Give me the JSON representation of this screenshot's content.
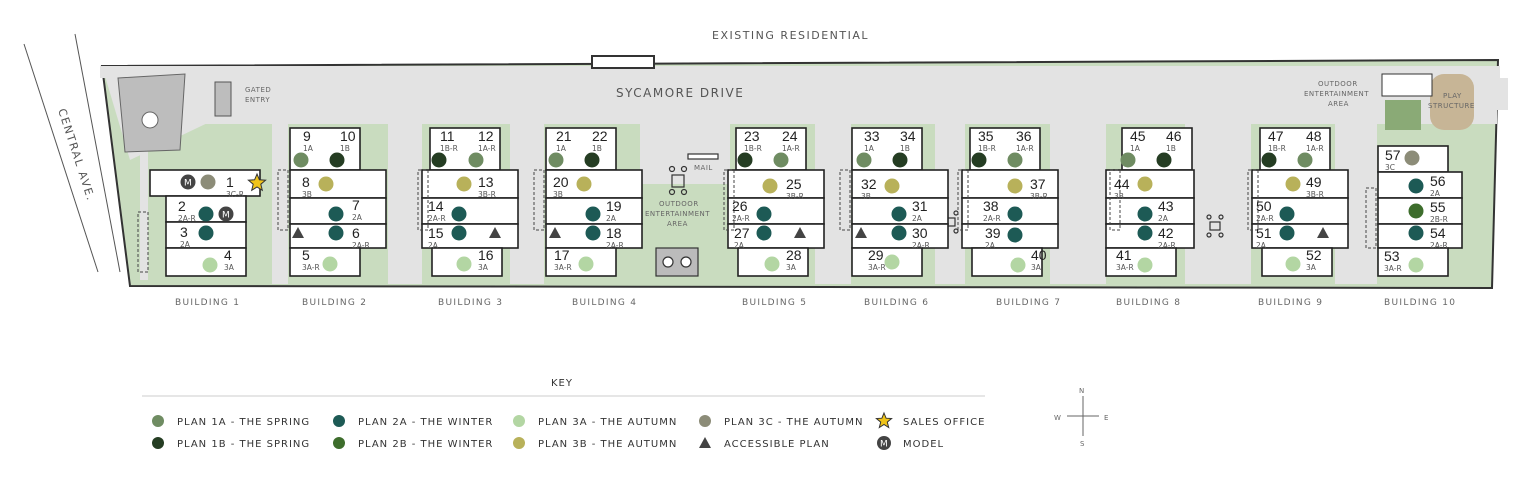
{
  "labels": {
    "existing_residential": "EXISTING RESIDENTIAL",
    "sycamore_drive": "SYCAMORE DRIVE",
    "central_ave": "CENTRAL AVE.",
    "gated_entry_1": "GATED",
    "gated_entry_2": "ENTRY",
    "mail": "MAIL",
    "outdoor_ent_1": "OUTDOOR",
    "outdoor_ent_2": "ENTERTAINMENT",
    "outdoor_ent_3": "AREA",
    "play_structure_1": "PLAY",
    "play_structure_2": "STRUCTURE"
  },
  "colors": {
    "1A": "#6f8c62",
    "1B": "#253d23",
    "2A": "#1d5a55",
    "2B": "#3d6d2c",
    "3A": "#b3d6a3",
    "3B": "#b8b15a",
    "3C": "#8c8c78",
    "grass": "#c9dcbf",
    "road": "#e3e3e3"
  },
  "buildings": [
    {
      "name": "BUILDING 1"
    },
    {
      "name": "BUILDING 2"
    },
    {
      "name": "BUILDING 3"
    },
    {
      "name": "BUILDING 4"
    },
    {
      "name": "BUILDING 5"
    },
    {
      "name": "BUILDING 6"
    },
    {
      "name": "BUILDING 7"
    },
    {
      "name": "BUILDING 8"
    },
    {
      "name": "BUILDING 9"
    },
    {
      "name": "BUILDING 10"
    }
  ],
  "units": [
    {
      "num": "1",
      "plan": "3C-R",
      "color": "3C",
      "model": true,
      "star": true
    },
    {
      "num": "2",
      "plan": "2A-R",
      "color": "2A",
      "model": true
    },
    {
      "num": "3",
      "plan": "2A",
      "color": "2A"
    },
    {
      "num": "4",
      "plan": "3A",
      "color": "3A"
    },
    {
      "num": "5",
      "plan": "3A-R",
      "color": "3A"
    },
    {
      "num": "6",
      "plan": "2A-R",
      "color": "2A",
      "acc": true
    },
    {
      "num": "7",
      "plan": "2A",
      "color": "2A"
    },
    {
      "num": "8",
      "plan": "3B",
      "color": "3B"
    },
    {
      "num": "9",
      "plan": "1A",
      "color": "1A"
    },
    {
      "num": "10",
      "plan": "1B",
      "color": "1B"
    },
    {
      "num": "11",
      "plan": "1B-R",
      "color": "1B"
    },
    {
      "num": "12",
      "plan": "1A-R",
      "color": "1A"
    },
    {
      "num": "13",
      "plan": "3B-R",
      "color": "3B"
    },
    {
      "num": "14",
      "plan": "2A-R",
      "color": "2A"
    },
    {
      "num": "15",
      "plan": "2A",
      "color": "2A",
      "acc": true
    },
    {
      "num": "16",
      "plan": "3A",
      "color": "3A"
    },
    {
      "num": "17",
      "plan": "3A-R",
      "color": "3A"
    },
    {
      "num": "18",
      "plan": "2A-R",
      "color": "2A",
      "acc": true
    },
    {
      "num": "19",
      "plan": "2A",
      "color": "2A"
    },
    {
      "num": "20",
      "plan": "3B",
      "color": "3B"
    },
    {
      "num": "21",
      "plan": "1A",
      "color": "1A"
    },
    {
      "num": "22",
      "plan": "1B",
      "color": "1B"
    },
    {
      "num": "23",
      "plan": "1B-R",
      "color": "1B"
    },
    {
      "num": "24",
      "plan": "1A-R",
      "color": "1A"
    },
    {
      "num": "25",
      "plan": "3B-R",
      "color": "3B"
    },
    {
      "num": "26",
      "plan": "2A-R",
      "color": "2A"
    },
    {
      "num": "27",
      "plan": "2A",
      "color": "2A",
      "acc": true
    },
    {
      "num": "28",
      "plan": "3A",
      "color": "3A"
    },
    {
      "num": "29",
      "plan": "3A-R",
      "color": "3A"
    },
    {
      "num": "30",
      "plan": "2A-R",
      "color": "2A",
      "acc": true
    },
    {
      "num": "31",
      "plan": "2A",
      "color": "2A"
    },
    {
      "num": "32",
      "plan": "3B",
      "color": "3B"
    },
    {
      "num": "33",
      "plan": "1A",
      "color": "1A"
    },
    {
      "num": "34",
      "plan": "1B",
      "color": "1B"
    },
    {
      "num": "35",
      "plan": "1B-R",
      "color": "1B"
    },
    {
      "num": "36",
      "plan": "1A-R",
      "color": "1A"
    },
    {
      "num": "37",
      "plan": "3B-R",
      "color": "3B"
    },
    {
      "num": "38",
      "plan": "2A-R",
      "color": "2A"
    },
    {
      "num": "39",
      "plan": "2A",
      "color": "2A"
    },
    {
      "num": "40",
      "plan": "3A",
      "color": "3A"
    },
    {
      "num": "41",
      "plan": "3A-R",
      "color": "3A"
    },
    {
      "num": "42",
      "plan": "2A-R",
      "color": "2A"
    },
    {
      "num": "43",
      "plan": "2A",
      "color": "2A"
    },
    {
      "num": "44",
      "plan": "3B",
      "color": "3B"
    },
    {
      "num": "45",
      "plan": "1A",
      "color": "1A"
    },
    {
      "num": "46",
      "plan": "1B",
      "color": "1B"
    },
    {
      "num": "47",
      "plan": "1B-R",
      "color": "1B"
    },
    {
      "num": "48",
      "plan": "1A-R",
      "color": "1A"
    },
    {
      "num": "49",
      "plan": "3B-R",
      "color": "3B"
    },
    {
      "num": "50",
      "plan": "2A-R",
      "color": "2A"
    },
    {
      "num": "51",
      "plan": "2A",
      "color": "2A",
      "acc": true
    },
    {
      "num": "52",
      "plan": "3A",
      "color": "3A"
    },
    {
      "num": "53",
      "plan": "3A-R",
      "color": "3A"
    },
    {
      "num": "54",
      "plan": "2A-R",
      "color": "2A"
    },
    {
      "num": "55",
      "plan": "2B-R",
      "color": "2B"
    },
    {
      "num": "56",
      "plan": "2A",
      "color": "2A"
    },
    {
      "num": "57",
      "plan": "3C",
      "color": "3C"
    }
  ],
  "key": {
    "title": "KEY",
    "items": [
      {
        "label": "PLAN 1A - THE SPRING",
        "color": "1A"
      },
      {
        "label": "PLAN 1B - THE SPRING",
        "color": "1B"
      },
      {
        "label": "PLAN 2A - THE WINTER",
        "color": "2A"
      },
      {
        "label": "PLAN 2B - THE WINTER",
        "color": "2B"
      },
      {
        "label": "PLAN 3A - THE AUTUMN",
        "color": "3A"
      },
      {
        "label": "PLAN 3B - THE AUTUMN",
        "color": "3B"
      },
      {
        "label": "PLAN 3C - THE AUTUMN",
        "color": "3C"
      },
      {
        "label": "ACCESSIBLE PLAN",
        "symbol": "triangle"
      },
      {
        "label": "SALES OFFICE",
        "symbol": "star"
      },
      {
        "label": "MODEL",
        "symbol": "model"
      }
    ],
    "model_letter": "M"
  },
  "compass": {
    "n": "N",
    "s": "S",
    "e": "E",
    "w": "W"
  }
}
